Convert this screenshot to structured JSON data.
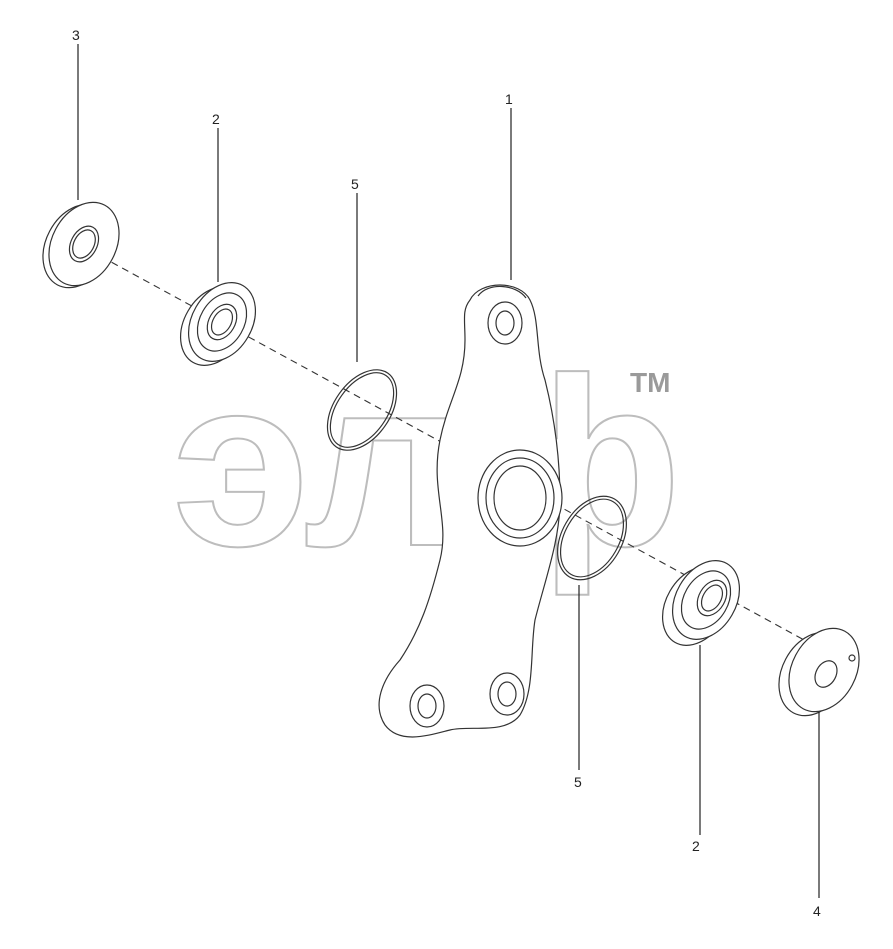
{
  "diagram": {
    "callouts": [
      "3",
      "2",
      "5",
      "1",
      "5",
      "2",
      "4"
    ],
    "watermark": {
      "text": "элф",
      "trademark": "TM"
    }
  },
  "colors": {
    "line": "#333333",
    "watermark": "#bdbdbd",
    "background": "#ffffff"
  }
}
